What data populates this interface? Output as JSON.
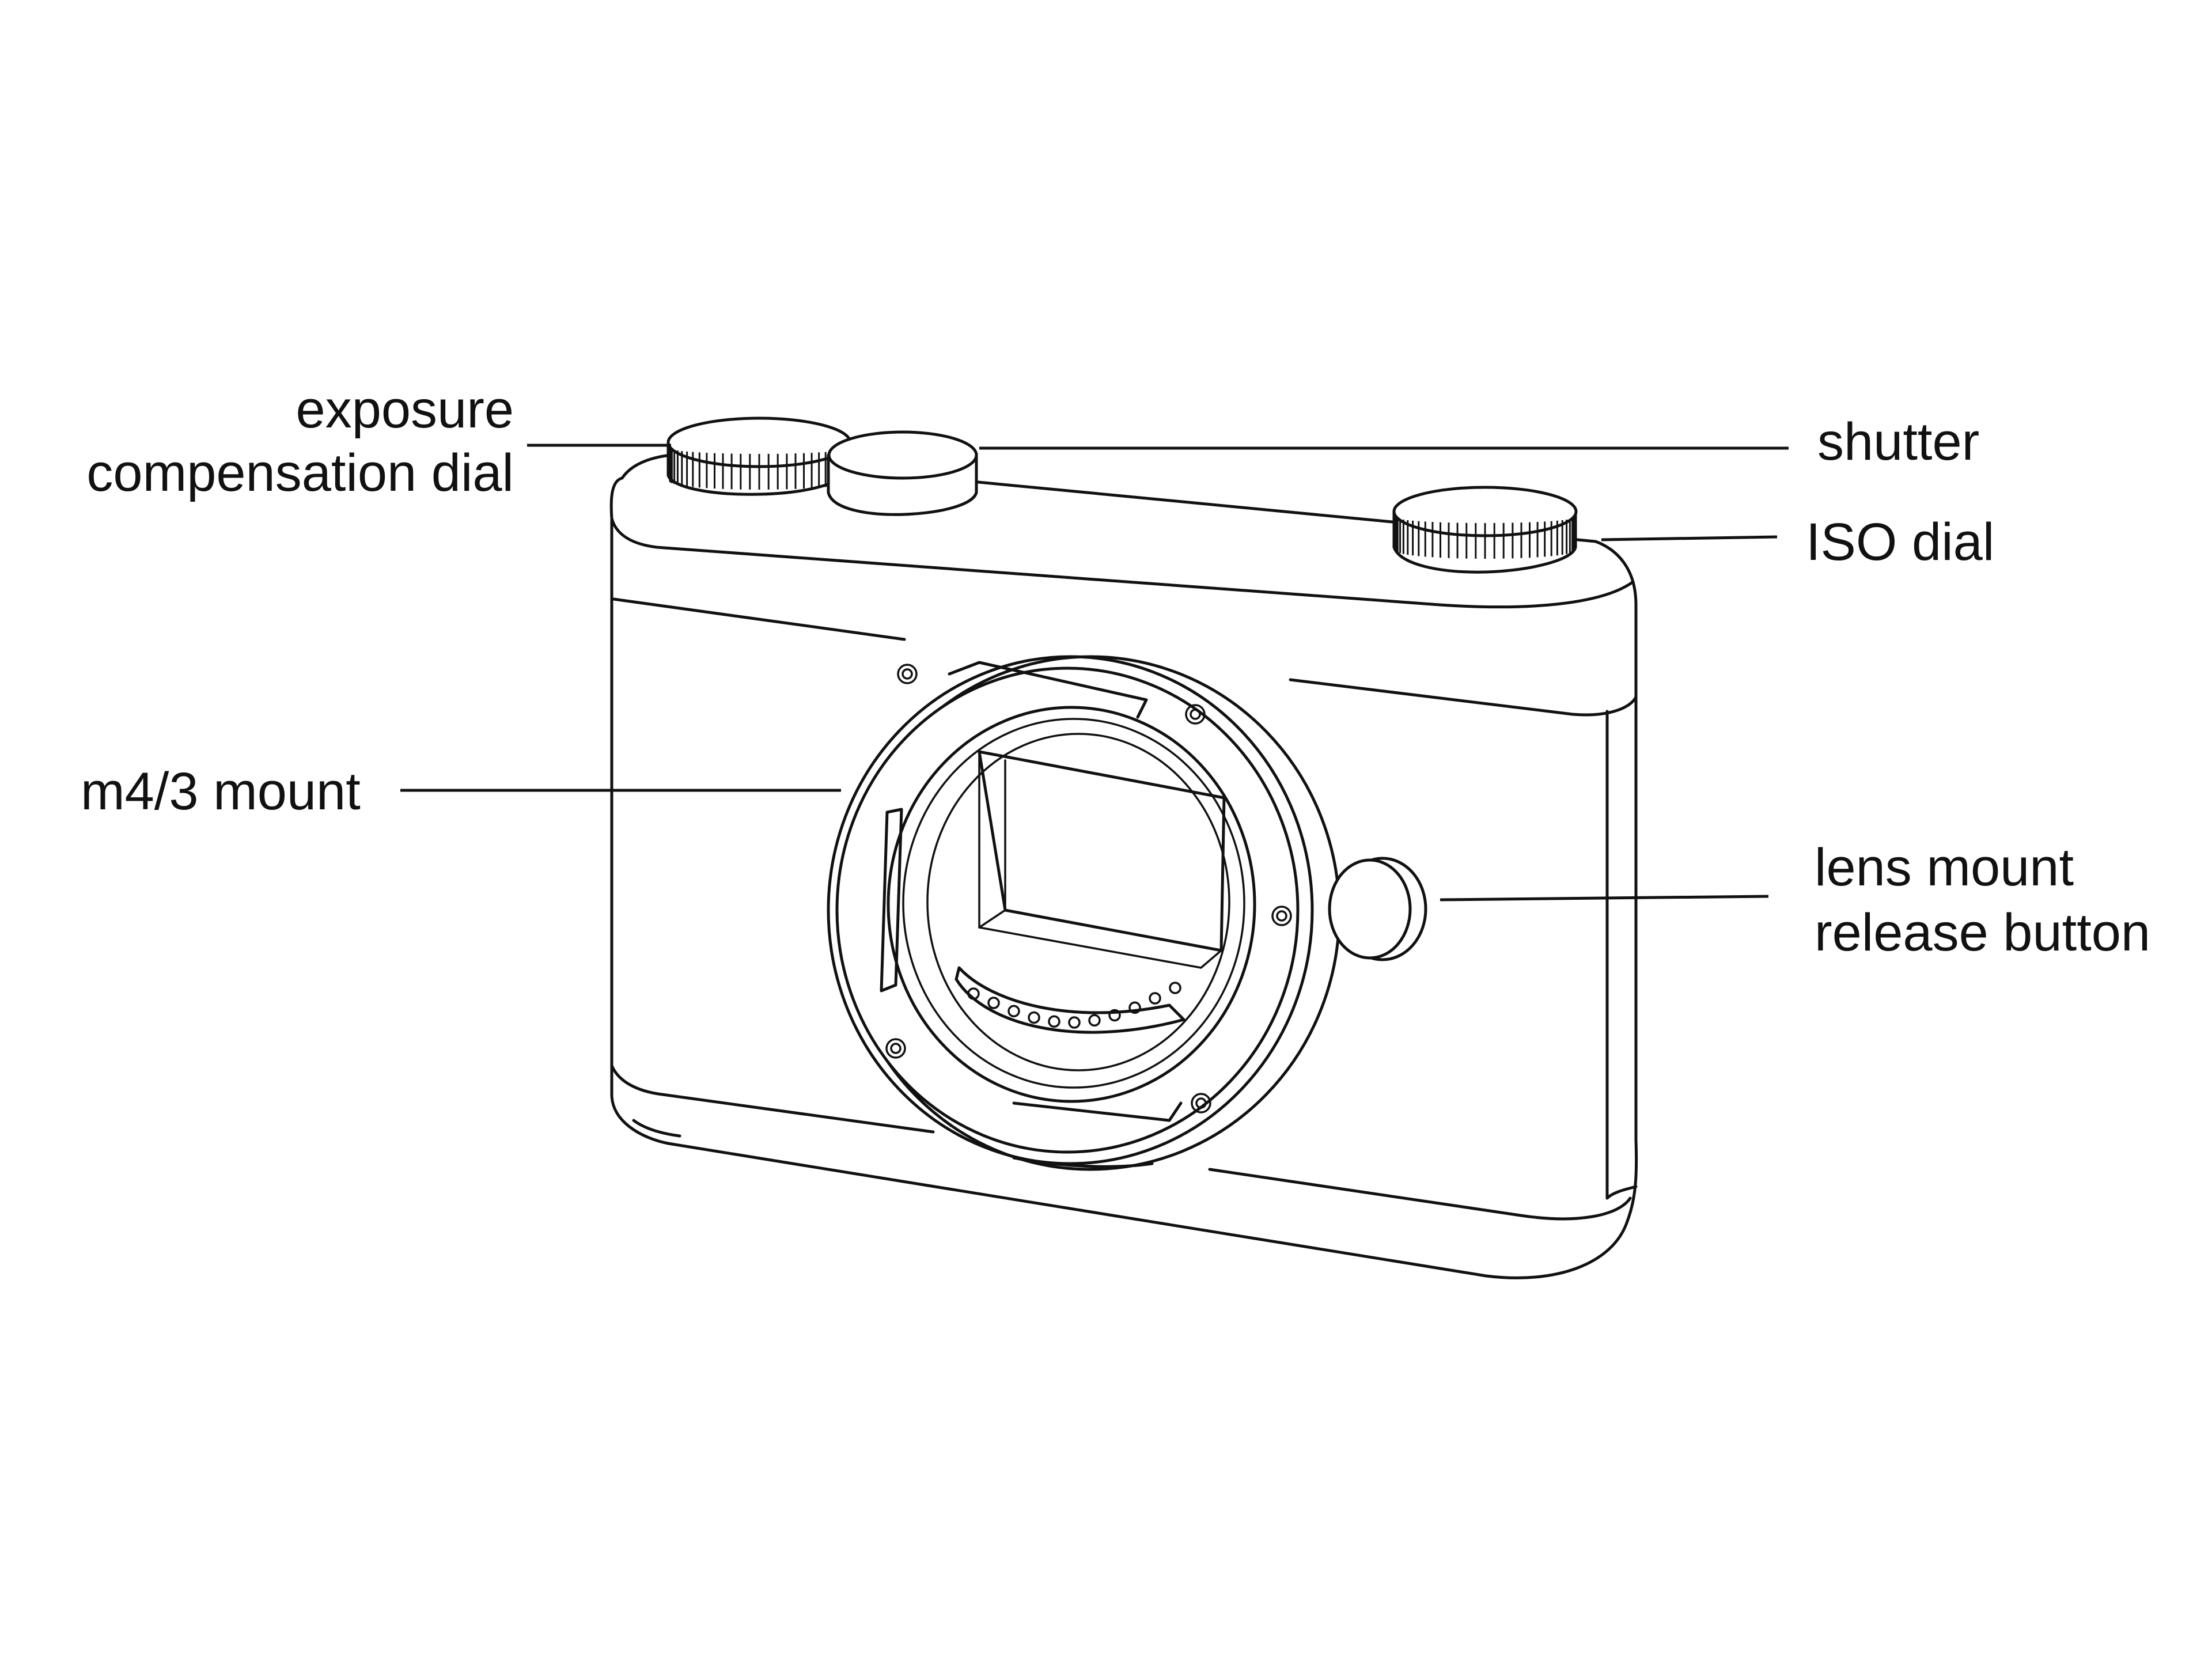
{
  "labels": {
    "exposure_dial_line1": "exposure",
    "exposure_dial_line2": "compensation dial",
    "shutter": "shutter",
    "iso_dial": "ISO dial",
    "mount": "m4/3 mount",
    "release_line1": "lens mount",
    "release_line2": "release button"
  },
  "colors": {
    "line": "#111111",
    "background": "#ffffff"
  }
}
